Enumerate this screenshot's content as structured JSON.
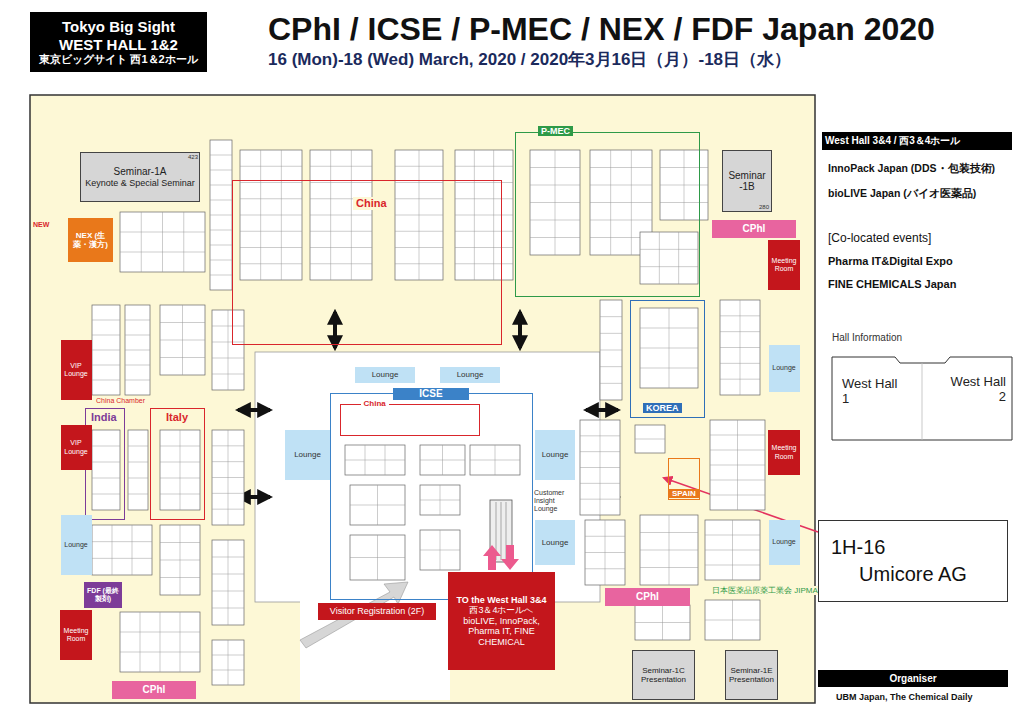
{
  "diagram": {
    "title": "CPhI / ICSE / P-MEC / NEX / FDF Japan 2020",
    "nodes": [
      {
        "text": [
          "Tokyo Big Sight WEST HALL 1&2",
          "東京ビッグサイト 西1＆2ホール"
        ]
      },
      {
        "text": [
          "Seminar-1A",
          "Keynote & Special Seminar"
        ]
      },
      {
        "text": [
          "NEX (生薬・漢方)"
        ]
      },
      {
        "text": [
          "China"
        ]
      },
      {
        "text": [
          "P-MEC"
        ]
      },
      {
        "text": [
          "Seminar -1B"
        ]
      },
      {
        "text": [
          "CPhI"
        ]
      },
      {
        "text": [
          "Meeting Room"
        ]
      },
      {
        "text": [
          "Lounge"
        ]
      },
      {
        "text": [
          "Lounge"
        ]
      },
      {
        "text": [
          "KOREA"
        ]
      },
      {
        "text": [
          "VIP Lounge"
        ]
      },
      {
        "text": [
          "Lounge"
        ]
      },
      {
        "text": [
          "India"
        ]
      },
      {
        "text": [
          "Italy"
        ]
      },
      {
        "text": [
          "ICSE"
        ]
      },
      {
        "text": [
          "China"
        ],
        "in": 15
      },
      {
        "text": [
          "VIP Lounge"
        ]
      },
      {
        "text": [
          "Lounge"
        ]
      },
      {
        "text": [
          "Lounge"
        ]
      },
      {
        "text": [
          "Meeting Room"
        ]
      },
      {
        "text": [
          "SPAIN"
        ]
      },
      {
        "text": [
          "Lounge"
        ]
      },
      {
        "text": [
          "Lounge"
        ]
      },
      {
        "text": [
          "Lounge"
        ]
      },
      {
        "text": [
          "FDF (最終製剤)"
        ]
      },
      {
        "text": [
          "Visitor Registration (2F)"
        ]
      },
      {
        "text": [
          "TO the West Hall 3&4",
          "西3＆4ホールへ",
          "bioLIVE, InnoPack, Pharma IT, FINE CHEMICAL"
        ]
      },
      {
        "text": [
          "CPhI"
        ]
      },
      {
        "text": [
          "Meeting Room"
        ]
      },
      {
        "text": [
          "Seminar-1C",
          "Presentation"
        ]
      },
      {
        "text": [
          "Seminar-1E",
          "Presentation"
        ]
      },
      {
        "text": [
          "CPhI"
        ]
      },
      {
        "text": [
          "West Hall 3&4 / 西3＆4ホール"
        ]
      },
      {
        "text": [
          "1H-16",
          "Umicore AG"
        ]
      },
      {
        "text": [
          "Organiser"
        ]
      }
    ],
    "labels": [
      "16 (Mon)-18 (Wed) March, 2020 / 2020年3月16日（月）-18日（水）",
      "NEW",
      "423",
      "280",
      "China Chamber",
      "Customer Insight Lounge",
      "日本医薬品原薬工業会 JIPMA",
      "InnoPack Japan (DDS・包装技術)",
      "bioLIVE Japan (バイオ医薬品)",
      "[Co-located events]",
      "Pharma IT&Digital Expo",
      "FINE CHEMICALS Japan",
      "Hall Information",
      "West Hall 1",
      "West Hall 2",
      "UBM Japan, The Chemical Daily"
    ]
  }
}
